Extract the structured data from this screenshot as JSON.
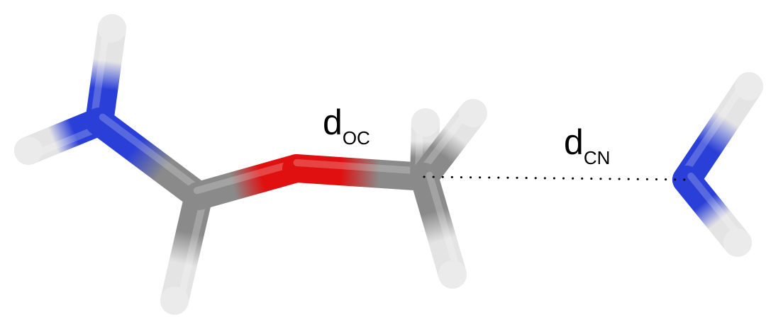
{
  "labels": {
    "d_oc": {
      "main": "d",
      "sub": "OC"
    },
    "d_cn": {
      "main": "d",
      "sub": "CN"
    }
  },
  "colors": {
    "hydrogen": "#e4e4e4",
    "carbon": "#8a8a8a",
    "nitrogen": "#2a3fd8",
    "oxygen": "#e01010",
    "distance_line": "#000000"
  },
  "atoms": [
    {
      "id": "N1",
      "element": "nitrogen"
    },
    {
      "id": "H1",
      "element": "hydrogen"
    },
    {
      "id": "H2",
      "element": "hydrogen"
    },
    {
      "id": "C1",
      "element": "carbon"
    },
    {
      "id": "H3",
      "element": "hydrogen"
    },
    {
      "id": "O1",
      "element": "oxygen"
    },
    {
      "id": "C2",
      "element": "carbon"
    },
    {
      "id": "H4",
      "element": "hydrogen"
    },
    {
      "id": "H5",
      "element": "hydrogen"
    },
    {
      "id": "H6",
      "element": "hydrogen"
    },
    {
      "id": "N2",
      "element": "nitrogen"
    },
    {
      "id": "H7",
      "element": "hydrogen"
    },
    {
      "id": "H8",
      "element": "hydrogen"
    }
  ],
  "bonds": [
    [
      "N1",
      "H1"
    ],
    [
      "N1",
      "H2"
    ],
    [
      "N1",
      "C1"
    ],
    [
      "C1",
      "H3"
    ],
    [
      "C1",
      "O1"
    ],
    [
      "O1",
      "C2"
    ],
    [
      "C2",
      "H4"
    ],
    [
      "C2",
      "H5"
    ],
    [
      "C2",
      "H6"
    ],
    [
      "N2",
      "H7"
    ],
    [
      "N2",
      "H8"
    ]
  ],
  "distances": [
    {
      "from": "C2",
      "to": "N2",
      "style": "dotted"
    }
  ]
}
